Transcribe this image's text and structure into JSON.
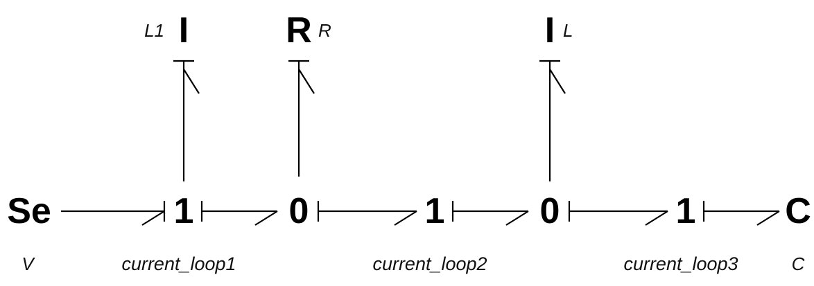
{
  "elements": {
    "se": "Se",
    "j1a": "1",
    "j0a": "0",
    "j1b": "1",
    "j0b": "0",
    "j1c": "1",
    "c": "C",
    "i1": "I",
    "r": "R",
    "i2": "I"
  },
  "parameters": {
    "se": "V",
    "i1": "L1",
    "r": "R",
    "i2": "L",
    "c": "C"
  },
  "junction_names": {
    "j1a": "current_loop1",
    "j1b": "current_loop2",
    "j1c": "current_loop3"
  },
  "colors": {
    "ink": "#000000",
    "background": "#ffffff"
  }
}
